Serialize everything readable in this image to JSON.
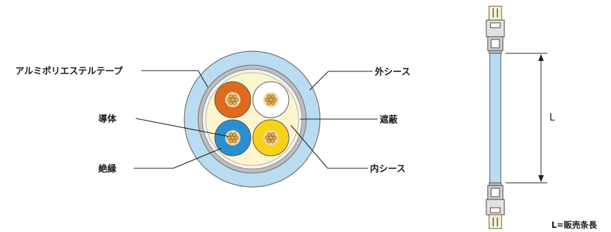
{
  "labels": {
    "aluminum_tape": "アルミポリエステルテープ",
    "conductor": "導体",
    "insulation": "絶縁",
    "outer_sheath": "外シース",
    "shield": "遮蔽",
    "inner_sheath": "内シース",
    "length": "L",
    "length_note": "L=販売条長"
  },
  "colors": {
    "outer_sheath": "#b9dcf0",
    "shield": "#bdbdbd",
    "inner_sheath": "#fdf5cf",
    "core_orange": "#e06a1c",
    "core_white": "#ffffff",
    "core_blue": "#2a8fd0",
    "core_yellow": "#f6d21a",
    "strand": "#e2a94c",
    "cable_body": "#b8dcf2"
  },
  "icons": {
    "cross_section": "cable-cross-section-icon",
    "cable_assembly": "cable-with-connectors-icon"
  }
}
